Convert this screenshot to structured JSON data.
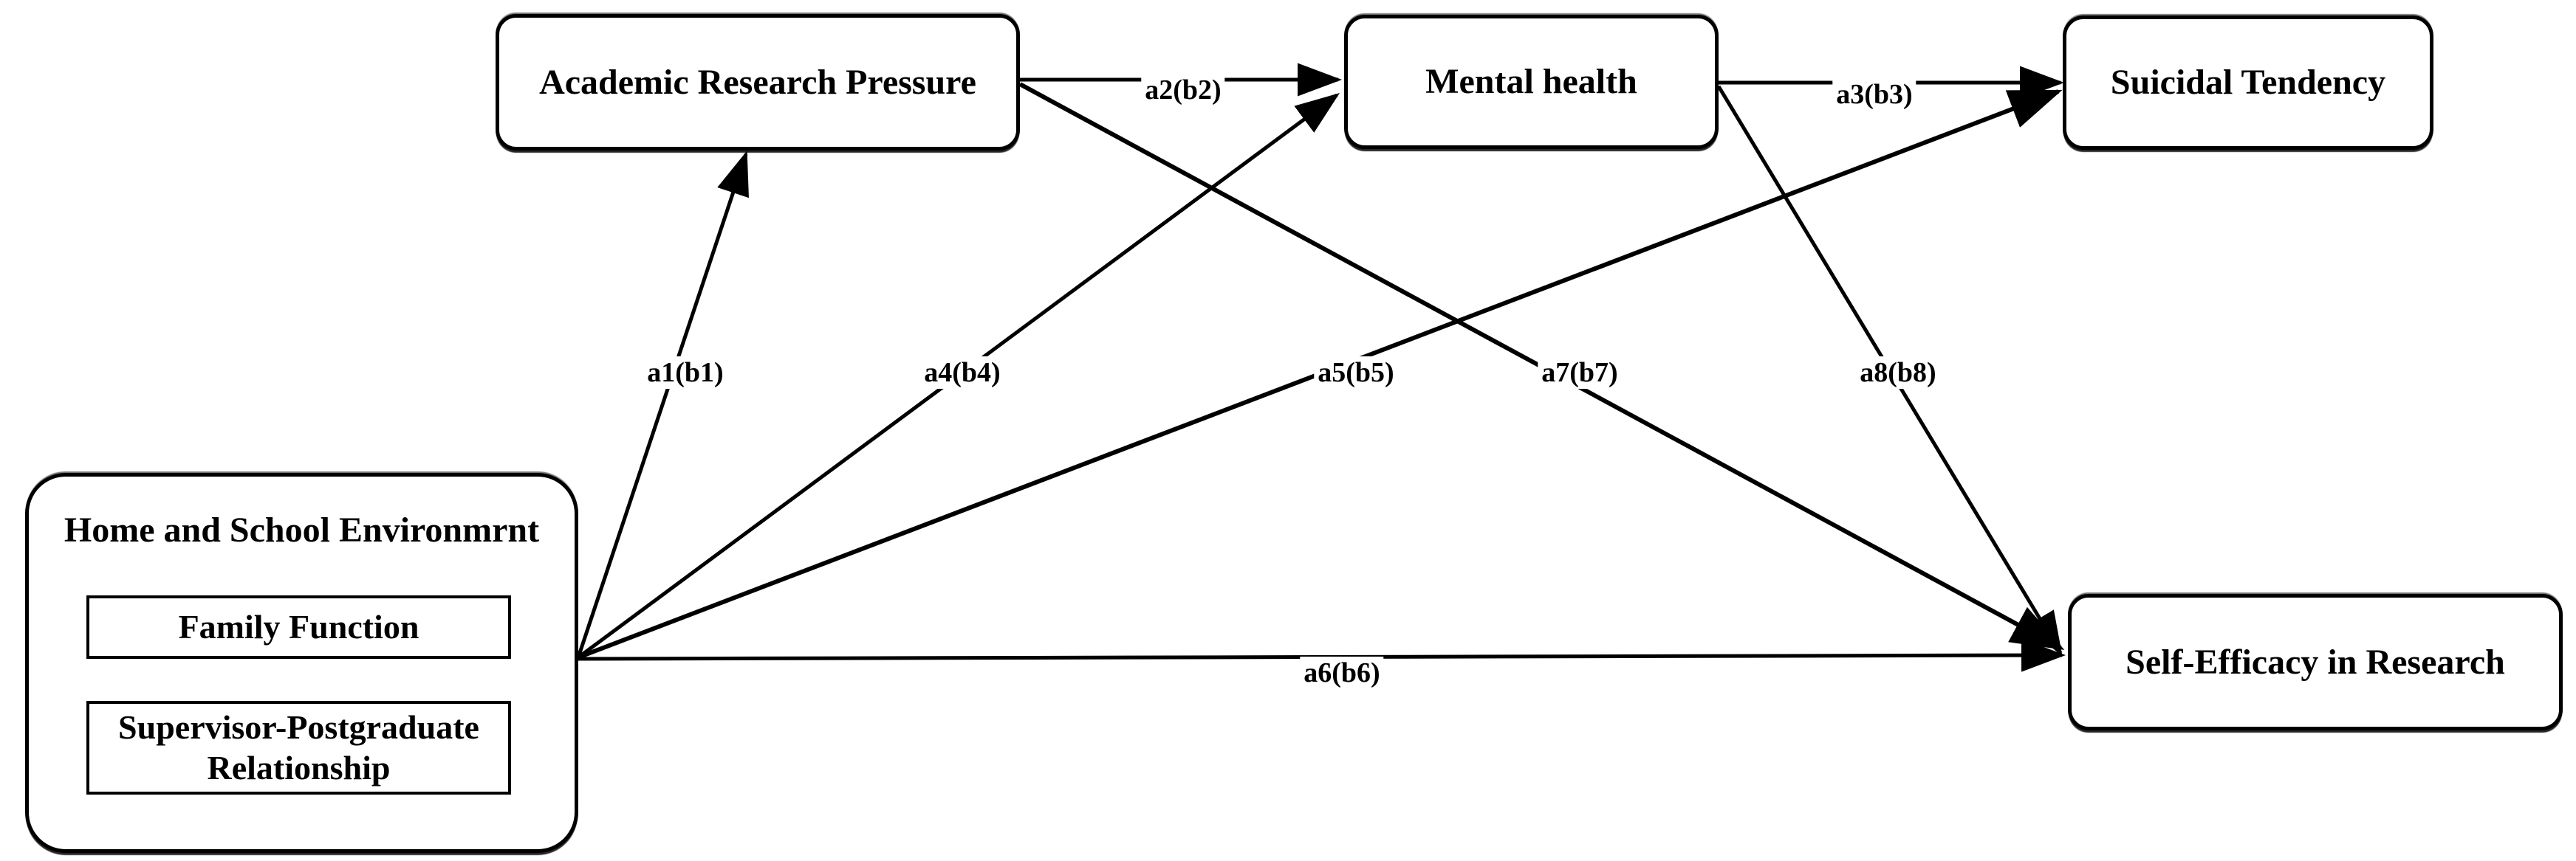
{
  "nodes": [
    {
      "id": "hse",
      "label": "Home and School Environmrnt"
    },
    {
      "id": "family",
      "label": "Family Function"
    },
    {
      "id": "supervisor",
      "label": "Supervisor-Postgraduate Relationship"
    },
    {
      "id": "arp",
      "label": "Academic Research Pressure"
    },
    {
      "id": "mental",
      "label": "Mental health"
    },
    {
      "id": "suicidal",
      "label": "Suicidal Tendency"
    },
    {
      "id": "efficacy",
      "label": "Self-Efficacy in Research"
    }
  ],
  "edges": [
    {
      "id": "a1",
      "label": "a1(b1)",
      "from": "hse",
      "to": "arp"
    },
    {
      "id": "a2",
      "label": "a2(b2)",
      "from": "arp",
      "to": "mental"
    },
    {
      "id": "a3",
      "label": "a3(b3)",
      "from": "mental",
      "to": "suicidal"
    },
    {
      "id": "a4",
      "label": "a4(b4)",
      "from": "hse",
      "to": "mental"
    },
    {
      "id": "a5",
      "label": "a5(b5)",
      "from": "hse",
      "to": "suicidal"
    },
    {
      "id": "a6",
      "label": "a6(b6)",
      "from": "hse",
      "to": "efficacy"
    },
    {
      "id": "a7",
      "label": "a7(b7)",
      "from": "arp",
      "to": "efficacy"
    },
    {
      "id": "a8",
      "label": "a8(b8)",
      "from": "mental",
      "to": "efficacy"
    }
  ],
  "colors": {
    "line": "#000000",
    "box_fill": "#ffffff",
    "text": "#000000"
  }
}
